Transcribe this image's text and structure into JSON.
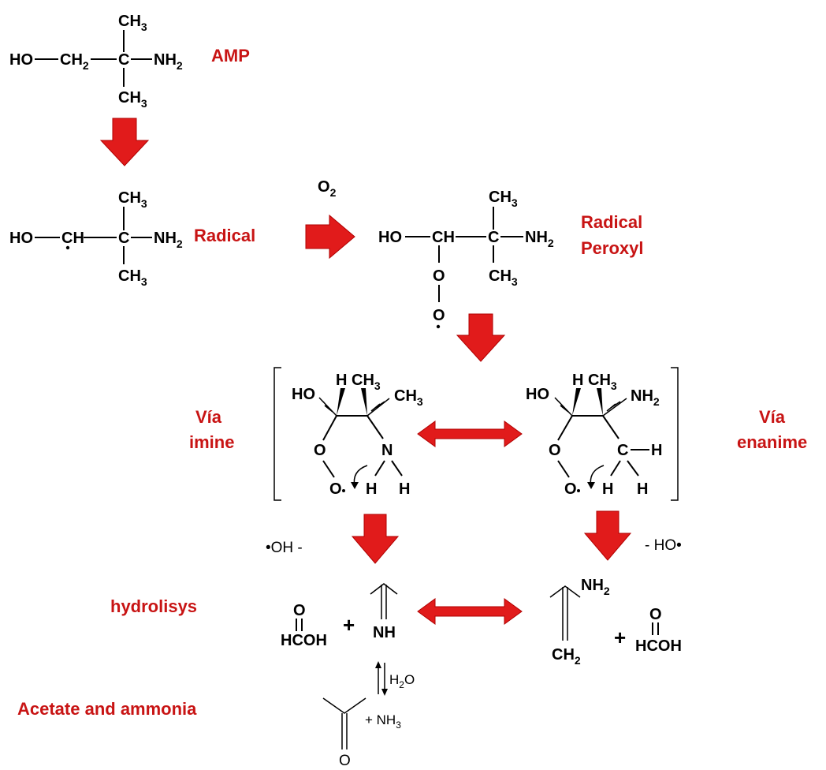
{
  "labels": {
    "amp": "AMP",
    "radical": "Radical",
    "radical_peroxyl_1": "Radical",
    "radical_peroxyl_2": "Peroxyl",
    "via_imine_1": "Vía",
    "via_imine_2": "imine",
    "via_enanime_1": "Vía",
    "via_enanime_2": "enanime",
    "hydrolisys": "hydrolisys",
    "acetate_ammonia": "Acetate and ammonia"
  },
  "reagents": {
    "o2": "O",
    "o2_sub": "2",
    "oh_loss": "•OH  -",
    "ho_loss": "-  HO•",
    "h2o": "H",
    "h2o_sub": "2",
    "h2o_end": "O",
    "nh3_plus": "+ NH",
    "nh3_sub": "3"
  },
  "atoms": {
    "HO": "HO",
    "CH2": "CH",
    "sub2": "2",
    "C": "C",
    "CH": "CH",
    "CH3": "CH",
    "sub3": "3",
    "NH2": "NH",
    "O": "O",
    "H": "H",
    "N": "N",
    "NH": "NH",
    "HCOH": "HCOH",
    "plus": "+",
    "H_CH3": "H CH"
  },
  "colors": {
    "label_red": "#c81414",
    "arrow_red": "#e11b1b",
    "text": "#000000"
  }
}
